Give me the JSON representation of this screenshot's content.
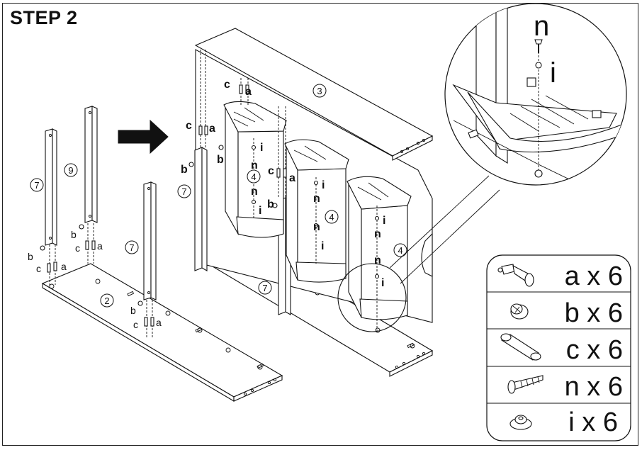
{
  "step_title": "STEP 2",
  "part_numbers": {
    "p2": "2",
    "p3": "3",
    "p4a": "4",
    "p4b": "4",
    "p4c": "4",
    "p7a": "7",
    "p7b": "7",
    "p7c": "7",
    "p7d": "7",
    "p9": "9"
  },
  "hardware_letters": {
    "a": "a",
    "b": "b",
    "c": "c",
    "n": "n",
    "i": "i"
  },
  "zoom_labels": {
    "n": "n",
    "i": "i"
  },
  "legend": [
    {
      "icon": "cam-bolt-icon",
      "text": "a x 6"
    },
    {
      "icon": "cam-lock-icon",
      "text": "b x 6"
    },
    {
      "icon": "wood-dowel-icon",
      "text": "c x 6"
    },
    {
      "icon": "screw-icon",
      "text": "n x 6"
    },
    {
      "icon": "washer-icon",
      "text": "i x 6"
    }
  ]
}
